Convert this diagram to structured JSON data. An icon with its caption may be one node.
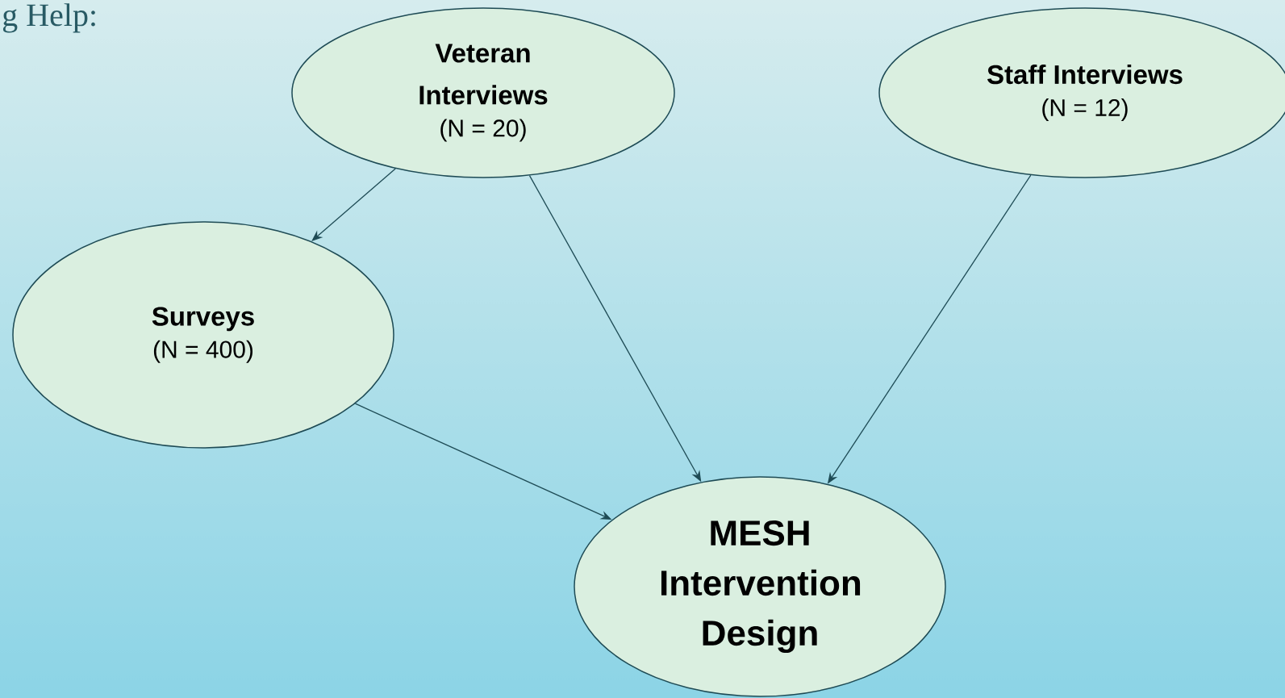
{
  "diagram": {
    "nodes": [
      {
        "text": [
          "Veteran Interviews",
          "(N = 20)"
        ]
      },
      {
        "text": [
          "Staff Interviews",
          "(N = 12)"
        ]
      },
      {
        "text": [
          "Surveys",
          "(N = 400)"
        ]
      },
      {
        "text": [
          "MESH Intervention Design"
        ]
      }
    ],
    "edges": [
      {
        "from": 0,
        "to": 2,
        "arrow": "to"
      },
      {
        "from": 0,
        "to": 3,
        "arrow": "to"
      },
      {
        "from": 1,
        "to": 3,
        "arrow": "to"
      },
      {
        "from": 2,
        "to": 3,
        "arrow": "to"
      }
    ],
    "labels": [
      "g Help:"
    ]
  }
}
